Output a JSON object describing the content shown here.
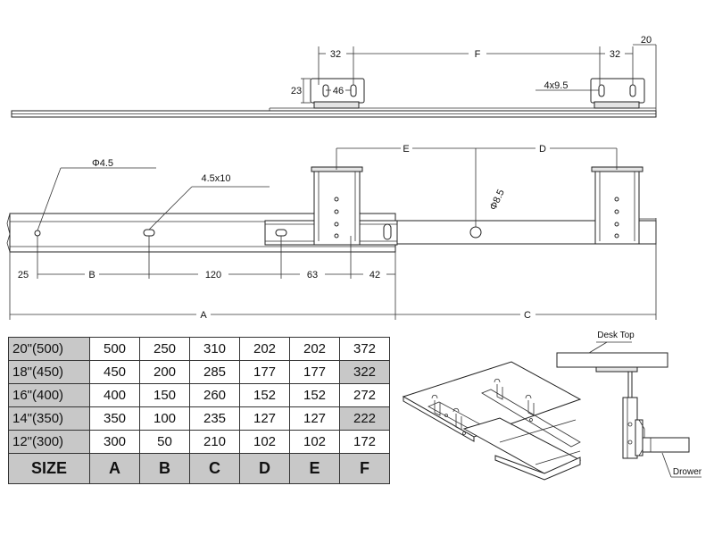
{
  "top_view": {
    "dim_32_left": "32",
    "dim_F": "F",
    "dim_32_right": "32",
    "dim_20": "20",
    "dim_23": "23",
    "dim_46": "46",
    "slot_note": "4x9.5"
  },
  "side_view": {
    "dim_E": "E",
    "dim_D": "D",
    "hole_dia_note": "Φ4.5",
    "slot_note": "4.5x10",
    "hole_big_note": "Φ8.5",
    "dim_25": "25",
    "dim_B": "B",
    "dim_120": "120",
    "dim_63": "63",
    "dim_42": "42",
    "dim_A": "A",
    "dim_C": "C"
  },
  "table": {
    "headers": [
      "SIZE",
      "A",
      "B",
      "C",
      "D",
      "E",
      "F"
    ],
    "rows": [
      {
        "size": "20\"(500)",
        "values": [
          "500",
          "250",
          "310",
          "202",
          "202",
          "372"
        ]
      },
      {
        "size": "18\"(450)",
        "values": [
          "450",
          "200",
          "285",
          "177",
          "177",
          "322"
        ]
      },
      {
        "size": "16\"(400)",
        "values": [
          "400",
          "150",
          "260",
          "152",
          "152",
          "272"
        ]
      },
      {
        "size": "14\"(350)",
        "values": [
          "350",
          "100",
          "235",
          "127",
          "127",
          "222"
        ]
      },
      {
        "size": "12\"(300)",
        "values": [
          "300",
          "50",
          "210",
          "102",
          "102",
          "172"
        ]
      }
    ]
  },
  "install_view": {
    "desk_top_label": "Desk Top",
    "drawer_label": "Drower"
  }
}
